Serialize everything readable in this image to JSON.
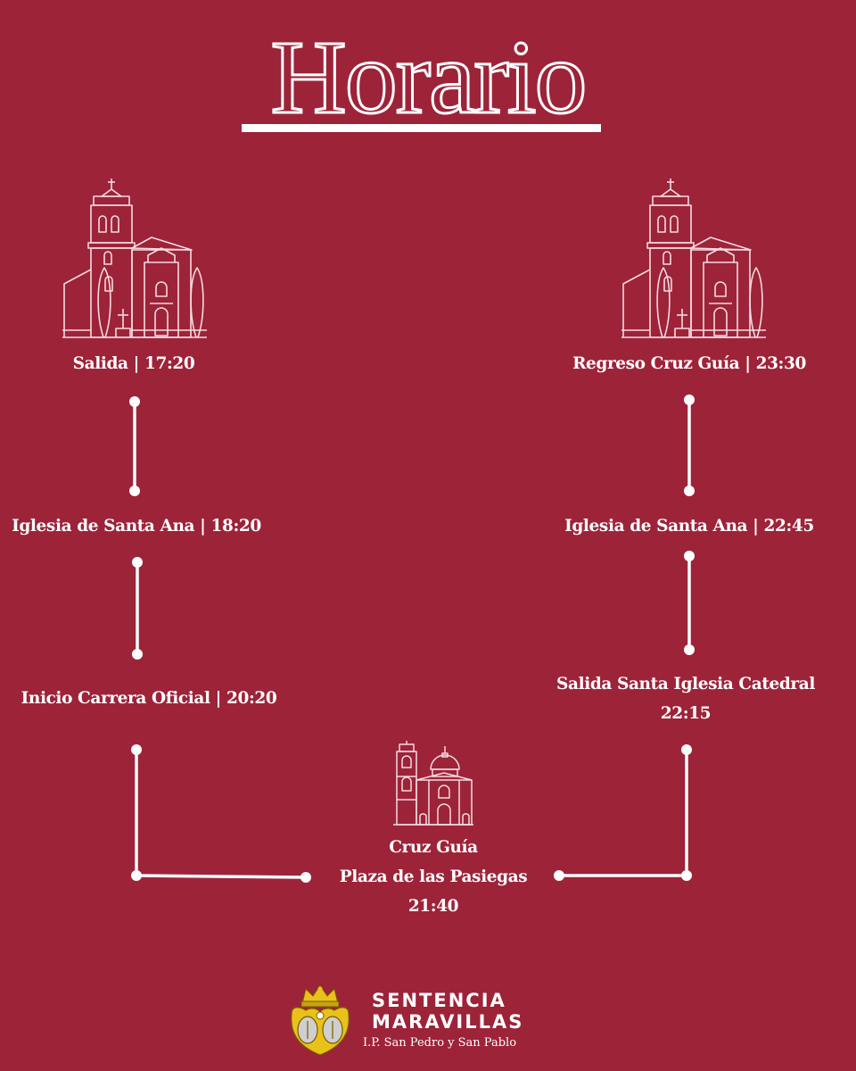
{
  "title": "Horario",
  "stops": {
    "salida": "Salida | 17:20",
    "santa_ana_ida": "Iglesia de Santa Ana | 18:20",
    "carrera_oficial": "Inicio Carrera Oficial | 20:20",
    "cruz_guia_line1": "Cruz Guía",
    "cruz_guia_line2": "Plaza de las Pasiegas",
    "cruz_guia_time": "21:40",
    "catedral_line1": "Salida Santa Iglesia Catedral",
    "catedral_time": "22:15",
    "santa_ana_vuelta": "Iglesia de Santa Ana | 22:45",
    "regreso": "Regreso Cruz Guía | 23:30"
  },
  "brand": {
    "line1": "SENTENCIA",
    "line2": "MARAVILLAS",
    "subtitle": "I.P. San Pedro y San Pablo"
  },
  "colors": {
    "background": "#9d2339",
    "foreground": "#ffffff",
    "crest_gold": "#e8c21a"
  }
}
